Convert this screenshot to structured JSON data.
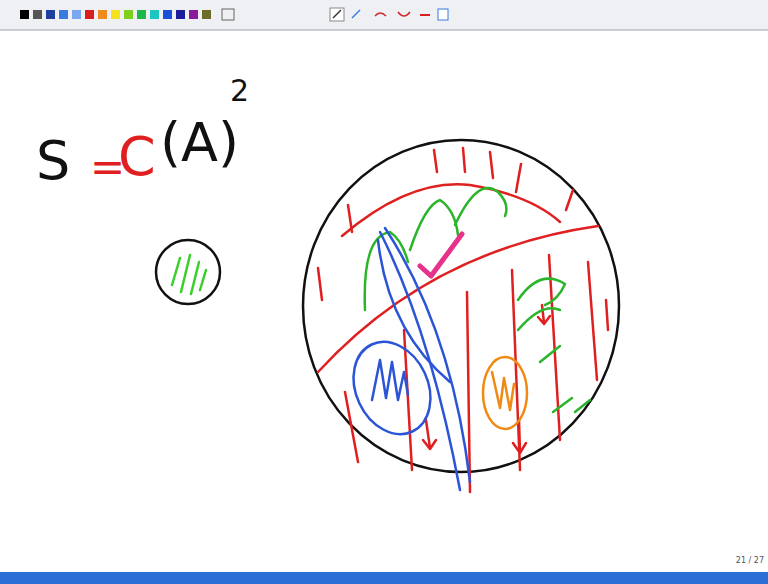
{
  "diagram": {
    "labels": [
      "S",
      "=",
      "C",
      "(A)",
      "2",
      "21 / 27"
    ]
  }
}
